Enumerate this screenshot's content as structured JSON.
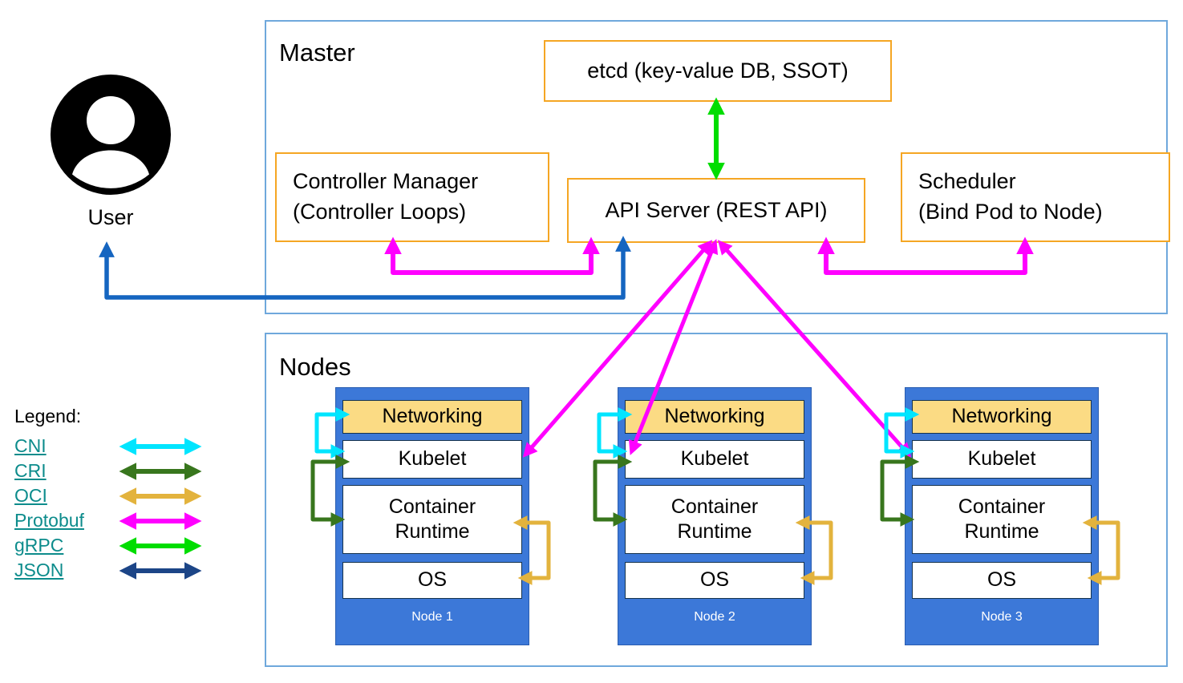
{
  "master": {
    "title": "Master",
    "etcd_label": "etcd (key-value DB, SSOT)",
    "controller_manager_label": "Controller Manager\n(Controller Loops)",
    "api_server_label": "API Server (REST API)",
    "scheduler_label": "Scheduler\n(Bind Pod to Node)"
  },
  "user": {
    "label": "User"
  },
  "nodes": {
    "title": "Nodes",
    "layers": {
      "networking": "Networking",
      "kubelet": "Kubelet",
      "container_runtime": "Container\nRuntime",
      "os": "OS"
    },
    "items": [
      {
        "name": "Node 1"
      },
      {
        "name": "Node 2"
      },
      {
        "name": "Node 3"
      }
    ]
  },
  "legend": {
    "title": "Legend:",
    "items": [
      {
        "label": "CNI"
      },
      {
        "label": "CRI"
      },
      {
        "label": "OCI"
      },
      {
        "label": "Protobuf"
      },
      {
        "label": "gRPC"
      },
      {
        "label": "JSON"
      }
    ]
  },
  "edges": [
    {
      "from": "etcd",
      "to": "API Server",
      "protocol": "gRPC"
    },
    {
      "from": "Controller Manager",
      "to": "API Server",
      "protocol": "Protobuf"
    },
    {
      "from": "Scheduler",
      "to": "API Server",
      "protocol": "Protobuf"
    },
    {
      "from": "User",
      "to": "API Server",
      "protocol": "JSON"
    },
    {
      "from": "API Server",
      "to": "Kubelet (Node 1)",
      "protocol": "Protobuf"
    },
    {
      "from": "API Server",
      "to": "Kubelet (Node 2)",
      "protocol": "Protobuf"
    },
    {
      "from": "API Server",
      "to": "Kubelet (Node 3)",
      "protocol": "Protobuf"
    },
    {
      "from": "Networking",
      "to": "Kubelet",
      "protocol": "CNI"
    },
    {
      "from": "Kubelet",
      "to": "Container Runtime",
      "protocol": "CRI"
    },
    {
      "from": "Container Runtime",
      "to": "OS",
      "protocol": "OCI"
    }
  ],
  "colors": {
    "master_nodes_border": "#6fa8dc",
    "component_border": "#f5a623",
    "node_fill": "#3c78d8",
    "networking_fill": "#fbdb84",
    "cni_cyan": "#00e5ff",
    "cri_green": "#38761d",
    "oci_yellow": "#e3b33d",
    "protobuf_magenta": "#ff00ff",
    "grpc_green": "#00dd00",
    "json_navy": "#1c4587",
    "user_arrow_blue": "#1565c0",
    "legend_link_teal": "#0d8c8c"
  }
}
